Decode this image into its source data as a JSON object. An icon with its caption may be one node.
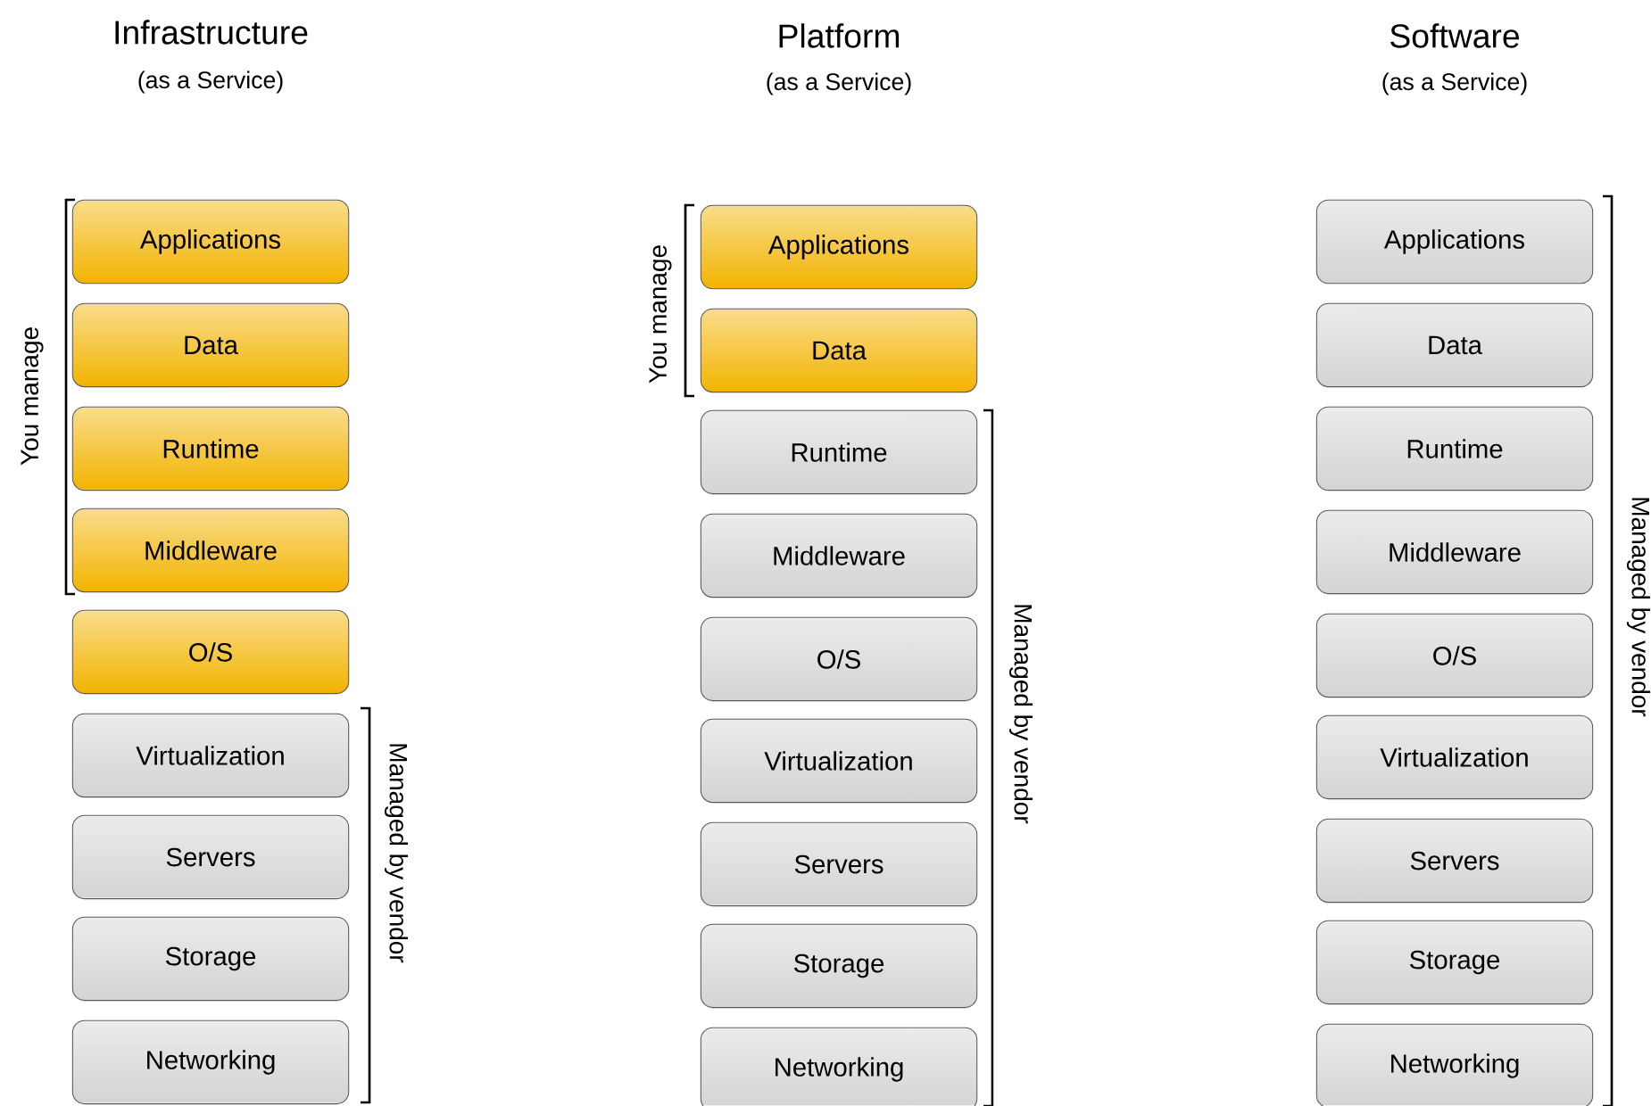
{
  "diagram": {
    "nodes": [
      {
        "text": [
          "Applications"
        ]
      },
      {
        "text": [
          "Data"
        ]
      },
      {
        "text": [
          "Runtime"
        ]
      },
      {
        "text": [
          "Middleware"
        ]
      },
      {
        "text": [
          "O/S"
        ]
      },
      {
        "text": [
          "Virtualization"
        ]
      },
      {
        "text": [
          "Servers"
        ]
      },
      {
        "text": [
          "Storage"
        ]
      },
      {
        "text": [
          "Networking"
        ]
      },
      {
        "text": [
          "Applications"
        ]
      },
      {
        "text": [
          "Data"
        ]
      },
      {
        "text": [
          "Runtime"
        ]
      },
      {
        "text": [
          "Middleware"
        ]
      },
      {
        "text": [
          "O/S"
        ]
      },
      {
        "text": [
          "Virtualization"
        ]
      },
      {
        "text": [
          "Servers"
        ]
      },
      {
        "text": [
          "Storage"
        ]
      },
      {
        "text": [
          "Networking"
        ]
      },
      {
        "text": [
          "Applications"
        ]
      },
      {
        "text": [
          "Data"
        ]
      },
      {
        "text": [
          "Runtime"
        ]
      },
      {
        "text": [
          "Middleware"
        ]
      },
      {
        "text": [
          "O/S"
        ]
      },
      {
        "text": [
          "Virtualization"
        ]
      },
      {
        "text": [
          "Servers"
        ]
      },
      {
        "text": [
          "Storage"
        ]
      },
      {
        "text": [
          "Networking"
        ]
      }
    ],
    "labels": [
      "Infrastructure",
      "(as a Service)",
      "Platform",
      "(as a Service)",
      "Software",
      "(as a Service)",
      "You manage",
      "Managed by vendor",
      "You manage",
      "Managed by vendor",
      "Managed by vendor"
    ]
  }
}
